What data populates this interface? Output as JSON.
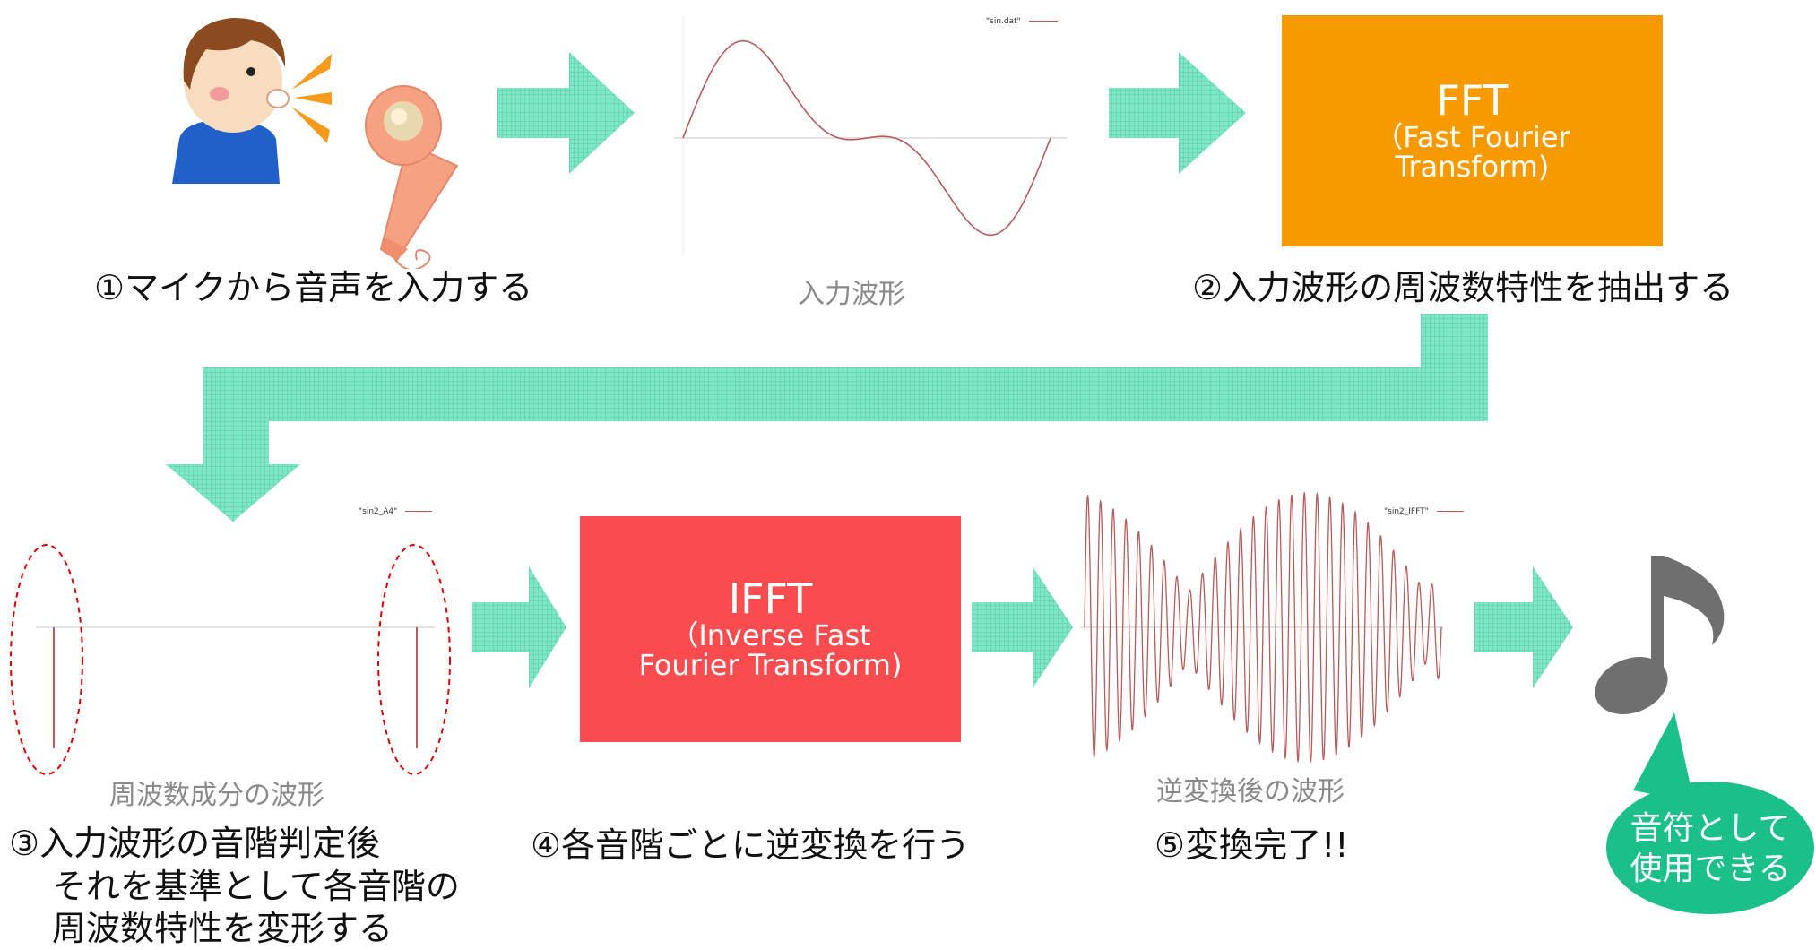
{
  "steps": {
    "step1": "①マイクから音声を入力する",
    "step2": "②入力波形の周波数特性を抽出する",
    "step3": [
      "③入力波形の音階判定後",
      "それを基準として各音階の",
      "周波数特性を変形する"
    ],
    "step4": "④各音階ごとに逆変換を行う",
    "step5": "⑤変換完了!!"
  },
  "waveforms": {
    "input": {
      "caption": "入力波形",
      "legend": "\"sin.dat\""
    },
    "frequency": {
      "caption": "周波数成分の波形",
      "legend": "\"sin2_A4\""
    },
    "inverse": {
      "caption": "逆変換後の波形",
      "legend": "\"sin2_IFFT\""
    }
  },
  "fft_box": {
    "title": "FFT",
    "line1": "（Fast Fourier",
    "line2": "Transform)",
    "color": "#f79a00"
  },
  "ifft_box": {
    "title": "IFFT",
    "line1": "（Inverse Fast",
    "line2": "Fourier Transform)",
    "color": "#fa4c4e"
  },
  "bubble": {
    "line1": "音符として",
    "line2": "使用できる",
    "color": "#1bbf8c"
  },
  "icons": [
    "speaking-boy-icon",
    "microphone-icon",
    "music-note-icon"
  ],
  "colors": {
    "arrow": "#7de8c6",
    "arrow_grid": "#5fcfab",
    "wave": "#b85a5a",
    "ellipse": "#e00000"
  }
}
